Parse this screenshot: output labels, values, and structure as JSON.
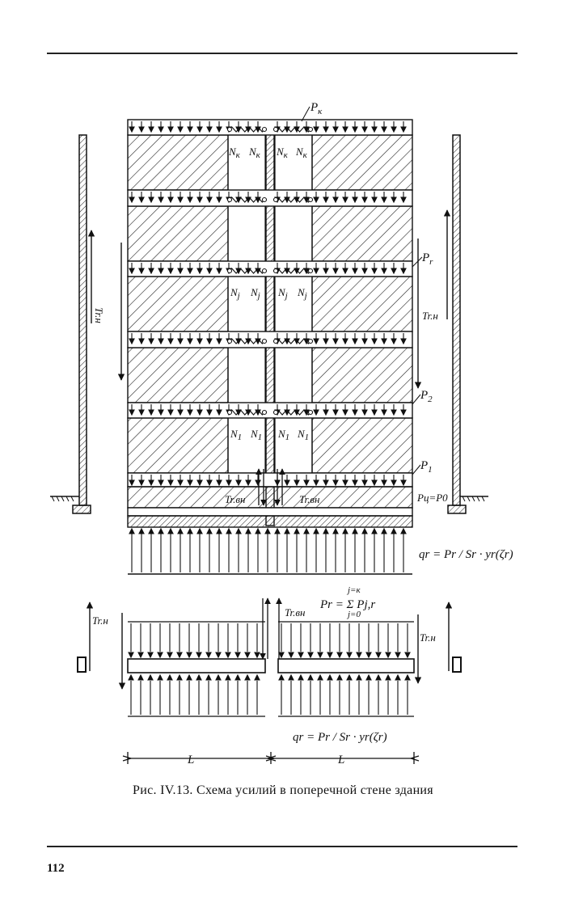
{
  "page": {
    "number": "112",
    "caption": "Рис. IV.13. Схема усилий в поперечной стене здания"
  },
  "figure": {
    "labels": {
      "p_k": "P",
      "p_k_sub": "к",
      "n_k": "N",
      "n_k_sub": "к",
      "n_j": "N",
      "n_j_sub": "j",
      "n_1": "N",
      "n_1_sub": "1",
      "p_r": "P",
      "p_r_sub": "r",
      "p_2": "P",
      "p_2_sub": "2",
      "p_1": "P",
      "p_1_sub": "1",
      "p_c_eq": "Pц=P0",
      "t_rn": "Tr.н",
      "t_rvn": "Tr.вн",
      "q_r_formula": "qr = Pr / Sr · yr(ζr)",
      "p_r_sum": "Pr = Σ Pj,r",
      "sum_top": "j=к",
      "sum_bottom": "j=0",
      "dim_l": "L"
    }
  }
}
